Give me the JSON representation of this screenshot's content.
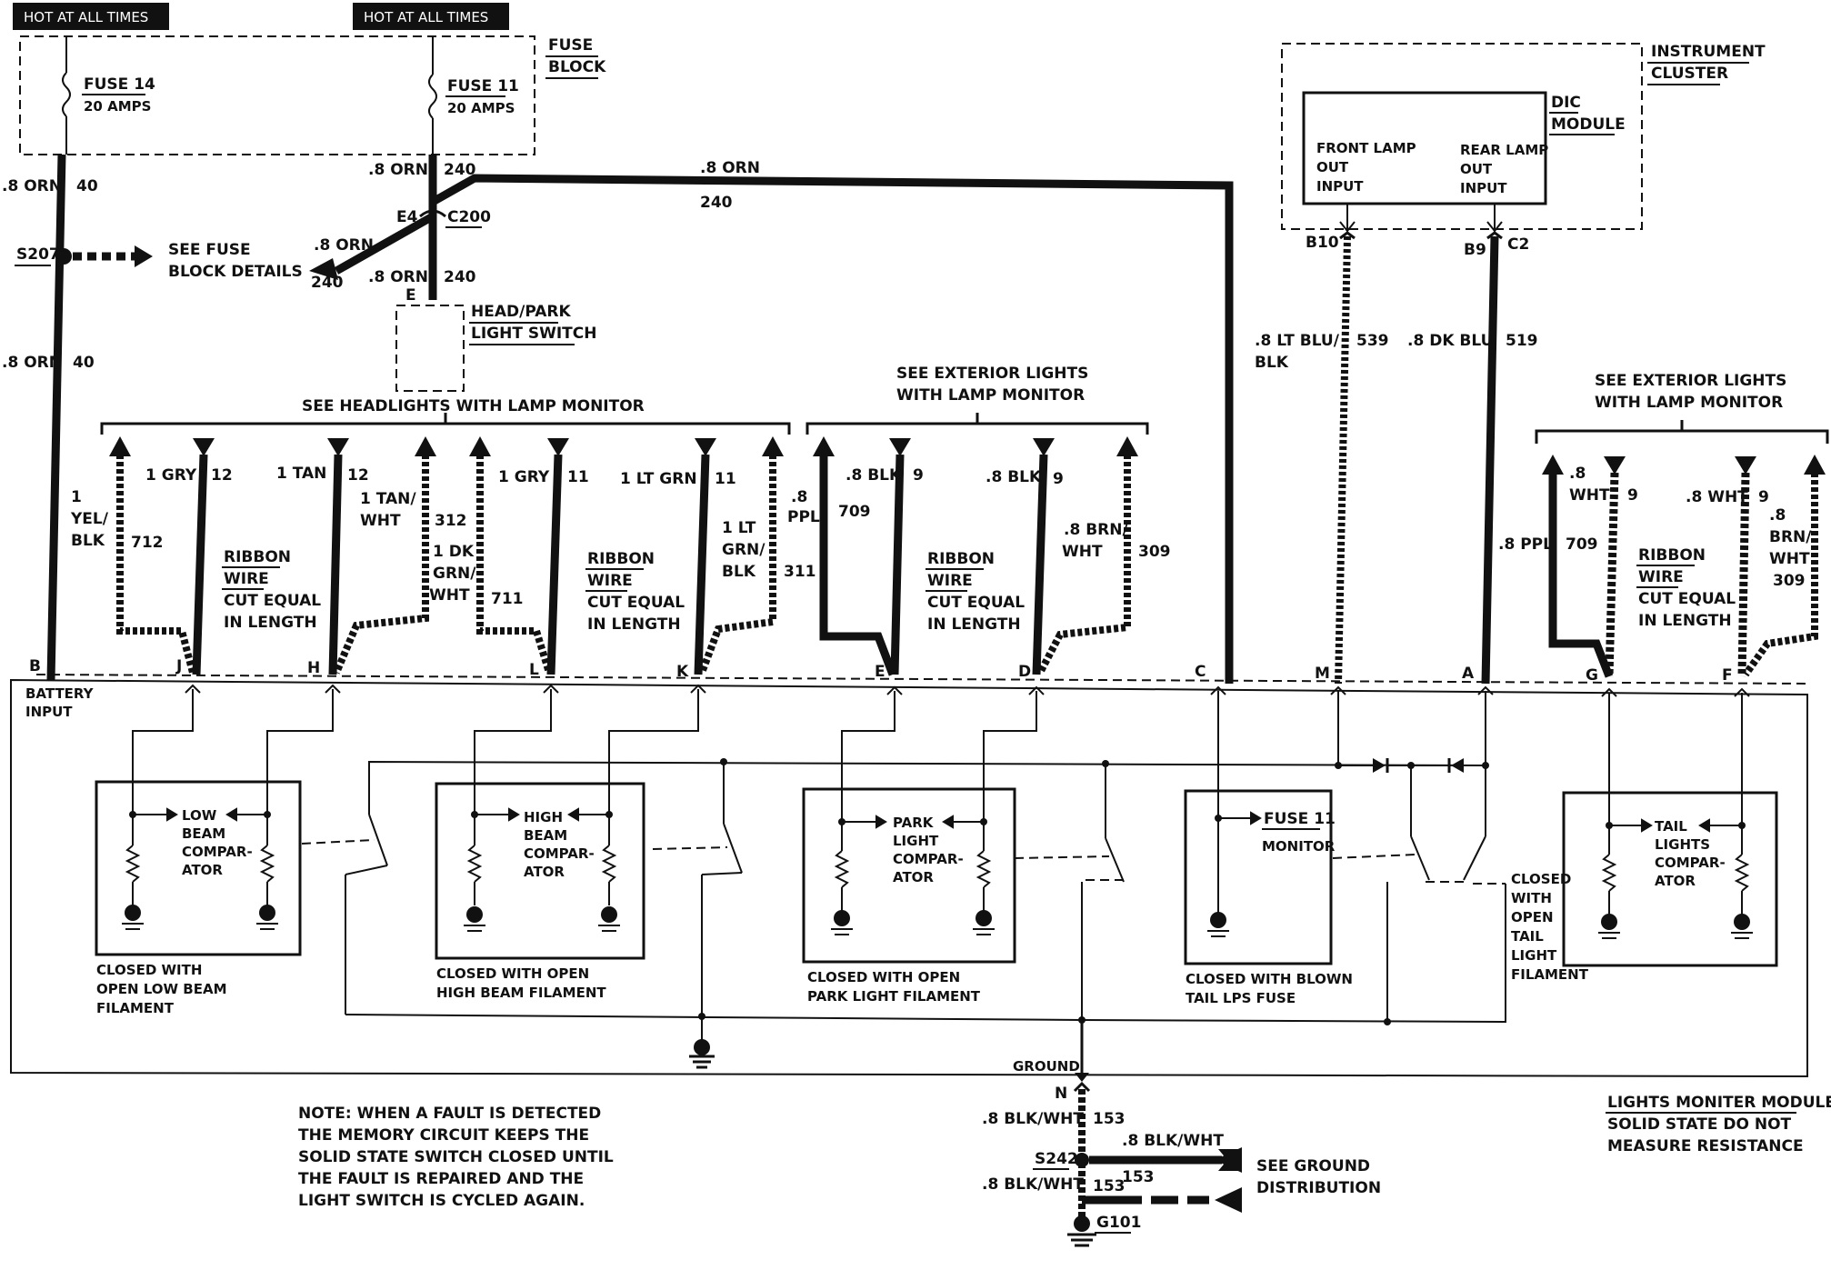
{
  "hot_at_all_times": [
    "HOT AT ALL TIMES",
    "HOT AT ALL TIMES"
  ],
  "fuse_block": {
    "title": [
      "FUSE",
      "BLOCK"
    ],
    "fuse14": {
      "name": "FUSE 14",
      "rating": "20 AMPS"
    },
    "fuse11": {
      "name": "FUSE 11",
      "rating": "20 AMPS"
    }
  },
  "instrument_cluster": {
    "title": [
      "INSTRUMENT",
      "CLUSTER"
    ],
    "dic_module": [
      "DIC",
      "MODULE"
    ],
    "front_input": [
      "FRONT LAMP",
      "OUT",
      "INPUT"
    ],
    "rear_input": [
      "REAR LAMP",
      "OUT",
      "INPUT"
    ],
    "pins": {
      "b10": "B10",
      "b9": "B9",
      "c2": "C2"
    }
  },
  "wires": {
    "w1_gauge": ".8 ORN",
    "w1_circuit": "40",
    "w2_gauge": ".8 ORN",
    "w2_circuit": "40",
    "f11_gauge": ".8 ORN",
    "f11_circuit": "240",
    "top_gauge": ".8 ORN",
    "top_circuit": "240",
    "left_gauge": ".8 ORN",
    "left_circuit": "240",
    "down_gauge": ".8 ORN",
    "down_circuit": "240",
    "e4": "E4",
    "c200": "C200",
    "e": "E",
    "s207": "S207",
    "see_fuse": [
      "SEE FUSE",
      "BLOCK DETAILS"
    ],
    "head_park": [
      "HEAD/PARK",
      "LIGHT SWITCH"
    ],
    "see_headlights": "SEE HEADLIGHTS WITH LAMP MONITOR",
    "see_ext1": [
      "SEE EXTERIOR LIGHTS",
      "WITH LAMP MONITOR"
    ],
    "see_ext2": [
      "SEE EXTERIOR LIGHTS",
      "WITH LAMP MONITOR"
    ],
    "lt_blu": [
      ".8 LT BLU/",
      "BLK"
    ],
    "lt_blu_circuit": "539",
    "dk_blu": ".8 DK BLU",
    "dk_blu_circuit": "519"
  },
  "harness_labels": {
    "yel_blk": [
      "1",
      "YEL/",
      "BLK"
    ],
    "c712": "712",
    "gry1": "1 GRY",
    "c12a": "12",
    "tan1": "1 TAN",
    "c12b": "12",
    "tan_wht": [
      "1 TAN/",
      "WHT"
    ],
    "c312": "312",
    "dk_grn_wht": [
      "1 DK",
      "GRN/",
      "WHT"
    ],
    "c711": "711",
    "gry2": "1 GRY",
    "c11a": "11",
    "lt_grn": "1 LT GRN",
    "c11b": "11",
    "lt_grn_blk": [
      "1 LT",
      "GRN/",
      "BLK"
    ],
    "c311": "311",
    "ppl": [
      ".8",
      "PPL"
    ],
    "c709a": "709",
    "blk1": ".8 BLK",
    "c9a": "9",
    "blk2": ".8 BLK",
    "c9b": "9",
    "brn_wht": [
      ".8 BRN/",
      "WHT"
    ],
    "c309a": "309",
    "ppl2": ".8 PPL",
    "c709b": "709",
    "wht1": [
      ".8",
      "WHT"
    ],
    "c9c": "9",
    "wht2": ".8 WHT",
    "c9d": "9",
    "brn_wht2": [
      ".8",
      "BRN/",
      "WHT"
    ],
    "c309b": "309",
    "ribbon": [
      "RIBBON",
      "WIRE",
      "CUT EQUAL",
      "IN LENGTH"
    ]
  },
  "pins": {
    "b": "B",
    "j": "J",
    "h": "H",
    "l": "L",
    "k": "K",
    "e": "E",
    "d": "D",
    "c": "C",
    "m": "M",
    "a": "A",
    "g": "G",
    "f": "F"
  },
  "module": {
    "battery_input": [
      "BATTERY",
      "INPUT"
    ],
    "low_beam": [
      "LOW",
      "BEAM",
      "COMPAR-",
      "ATOR"
    ],
    "high_beam": [
      "HIGH",
      "BEAM",
      "COMPAR-",
      "ATOR"
    ],
    "park_light": [
      "PARK",
      "LIGHT",
      "COMPAR-",
      "ATOR"
    ],
    "fuse11_monitor": [
      "FUSE 11",
      "MONITOR"
    ],
    "tail_lights": [
      "TAIL",
      "LIGHTS",
      "COMPAR-",
      "ATOR"
    ],
    "closed_low": [
      "CLOSED WITH",
      "OPEN LOW BEAM",
      "FILAMENT"
    ],
    "closed_high": [
      "CLOSED WITH OPEN",
      "HIGH BEAM FILAMENT"
    ],
    "closed_park": [
      "CLOSED WITH OPEN",
      "PARK LIGHT FILAMENT"
    ],
    "closed_fuse": [
      "CLOSED WITH BLOWN",
      "TAIL LPS FUSE"
    ],
    "closed_tail": [
      "CLOSED",
      "WITH",
      "OPEN",
      "TAIL",
      "LIGHT",
      "FILAMENT"
    ],
    "ground": "GROUND",
    "title": [
      "LIGHTS MONITER MODULE",
      "SOLID STATE  DO NOT",
      "MEASURE  RESISTANCE"
    ]
  },
  "ground_section": {
    "n": "N",
    "blk_wht1": ".8 BLK/WHT",
    "c153a": "153",
    "blk_wht2": ".8 BLK/WHT",
    "s242": "S242",
    "blk_wht3": ".8 BLK/WHT",
    "c153b": "153",
    "c153c": "153",
    "g101": "G101",
    "see_ground": [
      "SEE GROUND",
      "DISTRIBUTION"
    ]
  },
  "note": [
    "NOTE:  WHEN A FAULT IS DETECTED",
    "THE MEMORY CIRCUIT KEEPS THE",
    "SOLID STATE SWITCH CLOSED UNTIL",
    "THE FAULT IS REPAIRED AND THE",
    "LIGHT SWITCH IS CYCLED AGAIN."
  ]
}
